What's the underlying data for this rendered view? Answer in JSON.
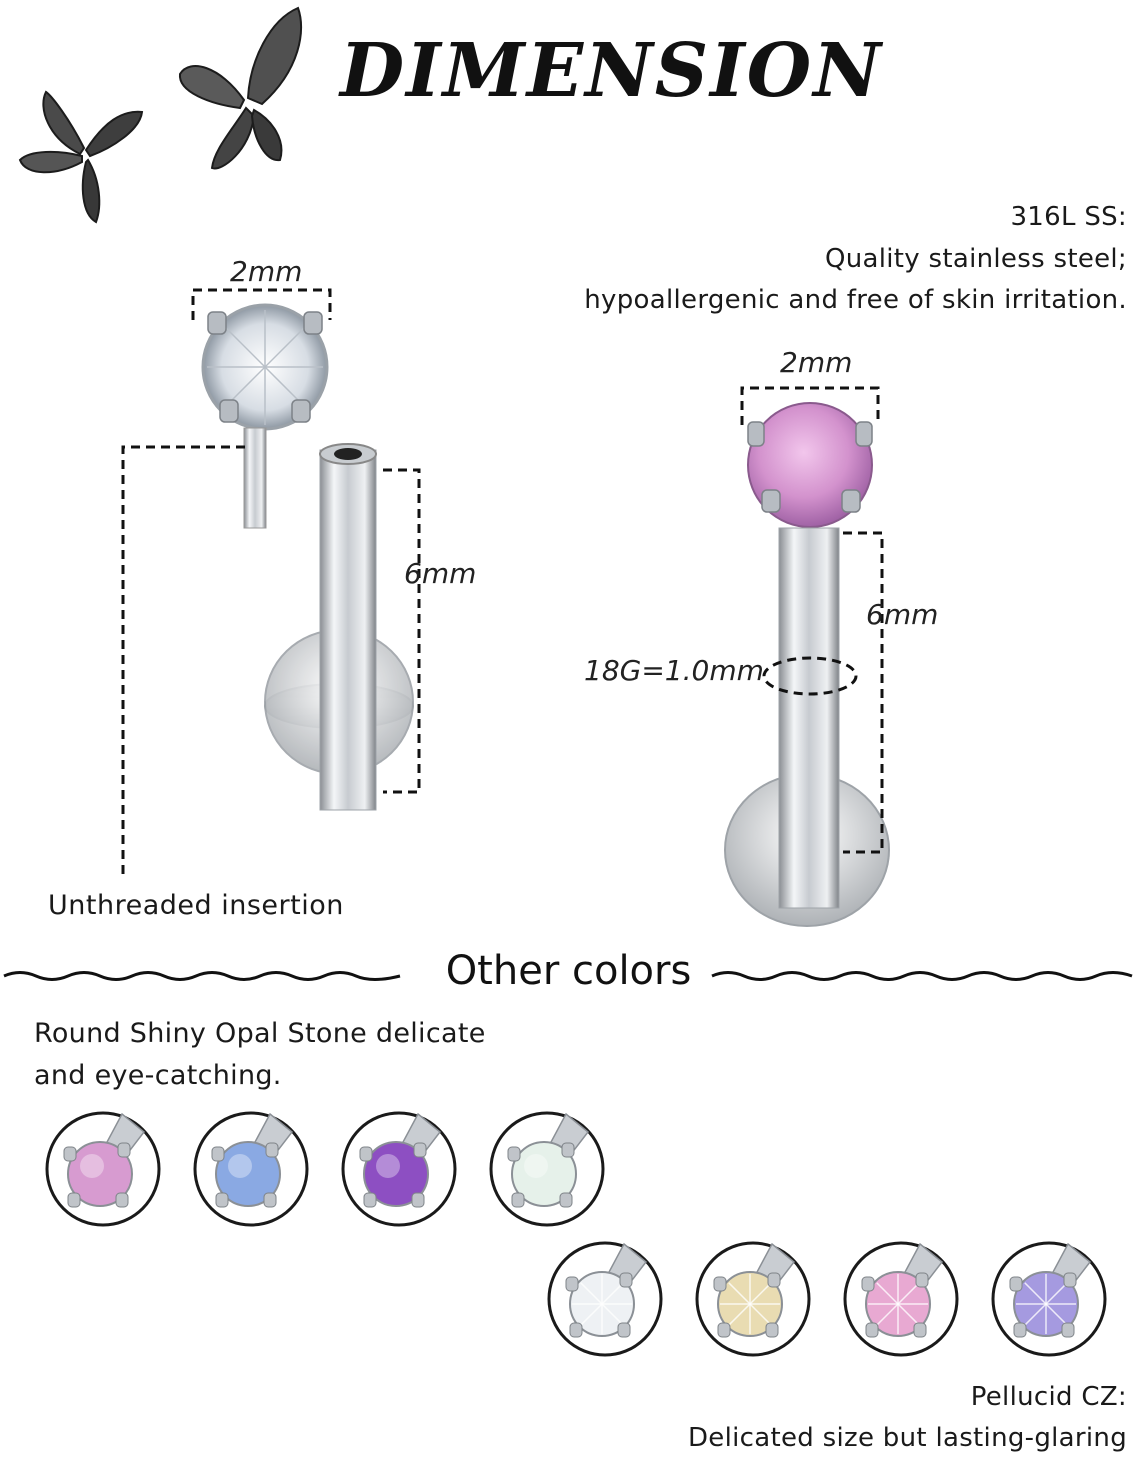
{
  "header": {
    "title": "DIMENSION"
  },
  "material": {
    "line1": "316L SS:",
    "line2": "Quality stainless steel;",
    "line3": "hypoallergenic and free of skin irritation."
  },
  "left_piece": {
    "stone_width": "2mm",
    "bar_length": "6mm",
    "insertion_label": "Unthreaded insertion"
  },
  "right_piece": {
    "stone_width": "2mm",
    "bar_length": "6mm",
    "gauge": "18G=1.0mm"
  },
  "other_colors": {
    "title": "Other colors",
    "opal_line1": "Round Shiny Opal Stone delicate",
    "opal_line2": "and eye-catching.",
    "opal_swatches": [
      {
        "name": "pink-opal",
        "color": "#d79bd0"
      },
      {
        "name": "blue-opal",
        "color": "#8aa9e3"
      },
      {
        "name": "purple-opal",
        "color": "#8d4fc2"
      },
      {
        "name": "white-opal",
        "color": "#e6f1ea"
      }
    ],
    "cz_swatches": [
      {
        "name": "clear-cz",
        "color": "#eef1f4"
      },
      {
        "name": "champagne-cz",
        "color": "#e9dcb2"
      },
      {
        "name": "pink-cz",
        "color": "#e8a9d2"
      },
      {
        "name": "lavender-cz",
        "color": "#a59ae0"
      }
    ],
    "cz_line1": "Pellucid CZ:",
    "cz_line2": "Delicated size but lasting-glaring"
  }
}
